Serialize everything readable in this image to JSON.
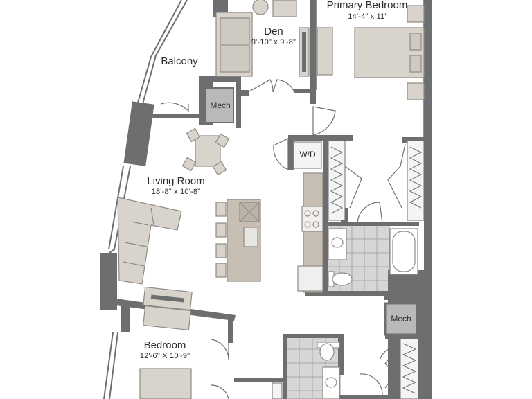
{
  "rooms": {
    "primary_bedroom": {
      "name": "Primary Bedroom",
      "dims": "14'-4\" x 11'"
    },
    "den": {
      "name": "Den",
      "dims": "9'-10\" x 9'-8\""
    },
    "balcony": {
      "name": "Balcony"
    },
    "living_room": {
      "name": "Living Room",
      "dims": "18'-8\" x 10'-8\""
    },
    "bedroom": {
      "name": "Bedroom",
      "dims": "12'-6\" X 10'-9\""
    }
  },
  "labels": {
    "mech_upper": "Mech",
    "mech_lower": "Mech",
    "wd": "W/D"
  },
  "colors": {
    "wall": "#6d6e70",
    "furniture": "#d8d3cb",
    "furniture_stroke": "#8f8a84",
    "mech_fill": "#b9b9b9",
    "island": "#c7bfb4",
    "tile": "#9c9c9c"
  }
}
